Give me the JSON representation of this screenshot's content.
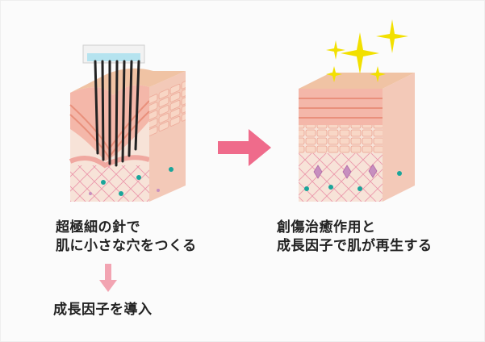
{
  "left_caption": {
    "line1": "超極細の針で",
    "line2": "肌に小さな穴をつくる"
  },
  "right_caption": {
    "line1": "創傷治癒作用と",
    "line2": "成長因子で肌が再生する"
  },
  "bottom_caption": {
    "line1": "成長因子を導入"
  },
  "colors": {
    "big_arrow": "#ef6b8b",
    "small_arrow": "#f2a4b2",
    "skin_top": "#f4b7a9",
    "skin_mid": "#f7d3c1",
    "skin_lower": "#f7e3d8",
    "collagen": "#e985a0",
    "cell_teal": "#1aa59a",
    "sparkle": "#f2e000",
    "needle_device": "#b5e3ef"
  }
}
